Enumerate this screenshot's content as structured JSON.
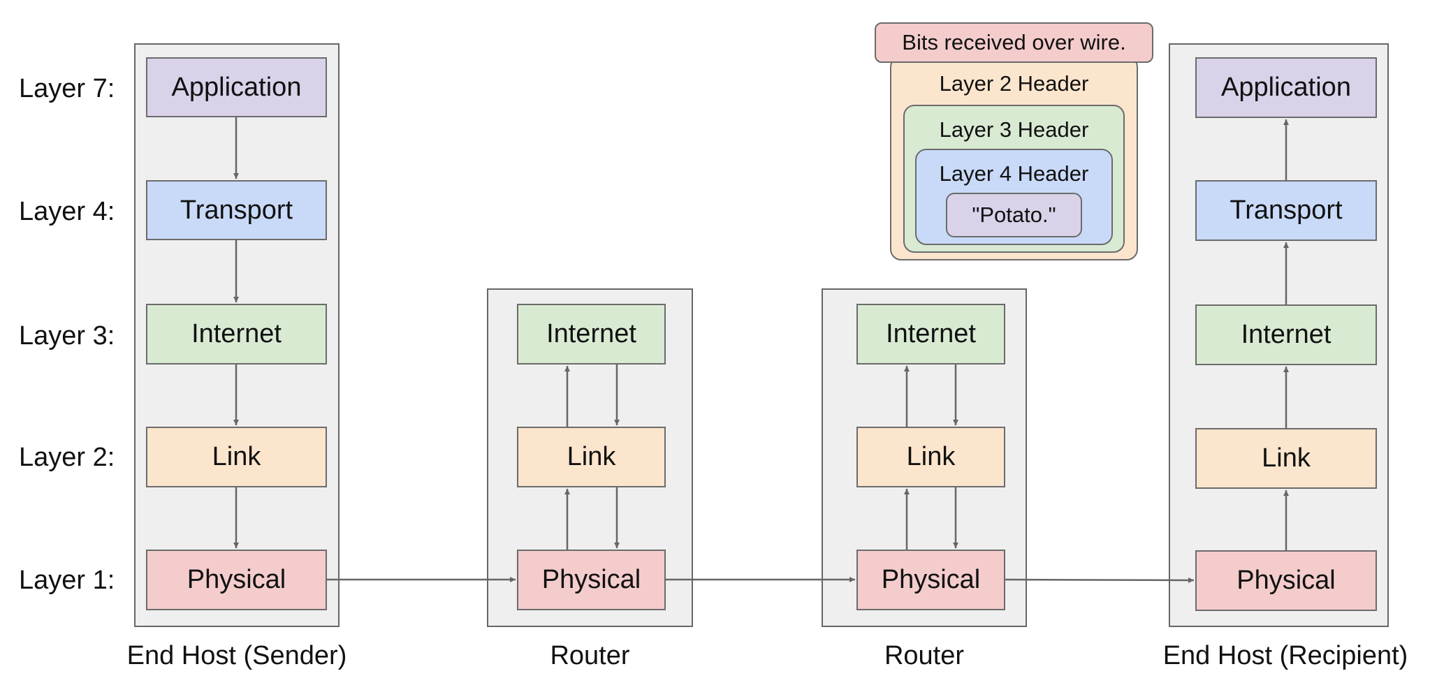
{
  "layer_labels": {
    "l7": "Layer 7:",
    "l4": "Layer 4:",
    "l3": "Layer 3:",
    "l2": "Layer 2:",
    "l1": "Layer 1:"
  },
  "stacks": {
    "sender": {
      "caption": "End Host (Sender)",
      "application": "Application",
      "transport": "Transport",
      "internet": "Internet",
      "link": "Link",
      "physical": "Physical"
    },
    "router1": {
      "caption": "Router",
      "internet": "Internet",
      "link": "Link",
      "physical": "Physical"
    },
    "router2": {
      "caption": "Router",
      "internet": "Internet",
      "link": "Link",
      "physical": "Physical"
    },
    "recipient": {
      "caption": "End Host (Recipient)",
      "application": "Application",
      "transport": "Transport",
      "internet": "Internet",
      "link": "Link",
      "physical": "Physical"
    }
  },
  "packet": {
    "bits": "Bits received over wire.",
    "layer2": "Layer 2 Header",
    "layer3": "Layer 3 Header",
    "layer4": "Layer 4 Header",
    "payload": "\"Potato.\""
  },
  "colors": {
    "application": "#d9d2e9",
    "transport": "#c9daf8",
    "internet": "#d9ead3",
    "link": "#fce5cd",
    "physical": "#f4cccc",
    "stack_bg": "#efefef",
    "arrow": "#666666"
  }
}
